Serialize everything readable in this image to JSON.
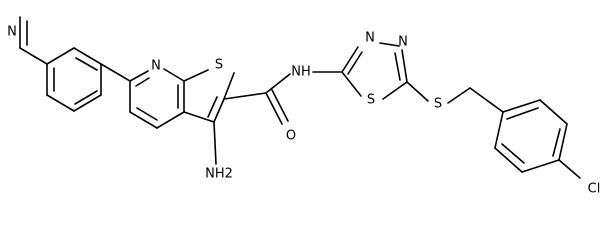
{
  "molecule": {
    "atoms": {
      "n_pyridine": "N",
      "n_ring_6": "N",
      "s_thiophene": "S",
      "nh2": "NH2",
      "nh": "NH",
      "o": "O",
      "n_td_1": "N",
      "n_td_2": "N",
      "s_td": "S",
      "s_thioether": "S",
      "cl": "Cl"
    }
  }
}
